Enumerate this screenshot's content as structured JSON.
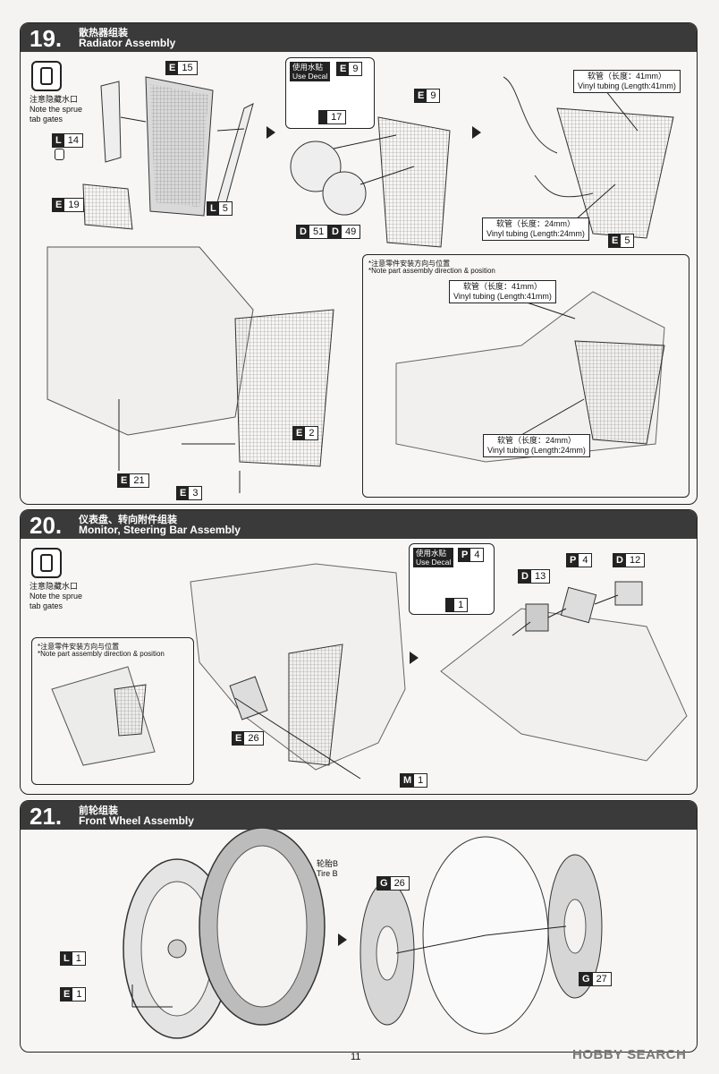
{
  "steps": [
    {
      "number": "19.",
      "title_cn": "散热器组装",
      "title_en": "Radiator Assembly",
      "note_cn": "注意隐藏水口",
      "note_en": [
        "Note the sprue",
        "tab gates"
      ],
      "decal": {
        "cn": "使用水贴",
        "en": "Use Decal",
        "sheet": "E",
        "part": "9",
        "decal_no": "17"
      },
      "parts": [
        {
          "sprue": "E",
          "num": "15"
        },
        {
          "sprue": "L",
          "num": "14"
        },
        {
          "sprue": "E",
          "num": "19"
        },
        {
          "sprue": "L",
          "num": "5"
        },
        {
          "sprue": "E",
          "num": "9"
        },
        {
          "sprue": "D",
          "num": "51"
        },
        {
          "sprue": "D",
          "num": "49"
        },
        {
          "sprue": "E",
          "num": "5"
        },
        {
          "sprue": "E",
          "num": "2"
        },
        {
          "sprue": "E",
          "num": "21"
        },
        {
          "sprue": "E",
          "num": "3"
        }
      ],
      "tubing": [
        {
          "cn": "软管（长度：41mm）",
          "en": "Vinyl tubing (Length:41mm)"
        },
        {
          "cn": "软管（长度：24mm）",
          "en": "Vinyl tubing (Length:24mm)"
        },
        {
          "cn": "软管（长度：41mm）",
          "en": "Vinyl tubing (Length:41mm)"
        },
        {
          "cn": "软管（长度：24mm）",
          "en": "Vinyl tubing (Length:24mm)"
        }
      ],
      "inset_cn": "*注意零件安装方向与位置",
      "inset_en": "*Note part assembly direction & position"
    },
    {
      "number": "20.",
      "title_cn": "仪表盘、转向附件组装",
      "title_en": "Monitor, Steering Bar Assembly",
      "note_cn": "注意隐藏水口",
      "note_en": [
        "Note the sprue",
        "tab gates"
      ],
      "decal": {
        "cn": "使用水贴",
        "en": "Use Decal",
        "sheet": "P",
        "part": "4",
        "decal_no": "1"
      },
      "parts": [
        {
          "sprue": "D",
          "num": "13"
        },
        {
          "sprue": "P",
          "num": "4"
        },
        {
          "sprue": "D",
          "num": "12"
        },
        {
          "sprue": "E",
          "num": "26"
        },
        {
          "sprue": "M",
          "num": "1"
        }
      ],
      "inset_cn": "*注意零件安装方向与位置",
      "inset_en": "*Note part assembly direction & position"
    },
    {
      "number": "21.",
      "title_cn": "前轮组装",
      "title_en": "Front Wheel Assembly",
      "tire_cn": "轮胎B",
      "tire_en": "Tire B",
      "parts": [
        {
          "sprue": "L",
          "num": "1"
        },
        {
          "sprue": "E",
          "num": "1"
        },
        {
          "sprue": "G",
          "num": "26"
        },
        {
          "sprue": "G",
          "num": "27"
        }
      ]
    }
  ],
  "page_number": "11",
  "brand": "HOBBY SEARCH"
}
